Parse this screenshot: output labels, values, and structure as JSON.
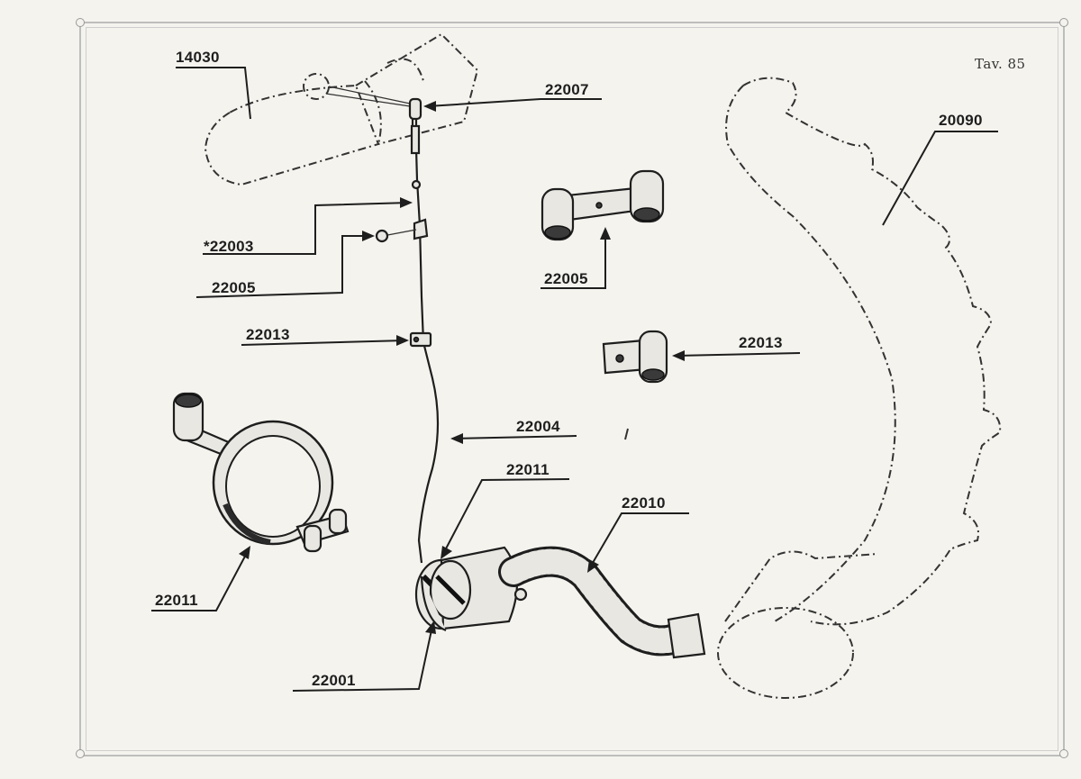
{
  "plate": {
    "title": "Tav. 85"
  },
  "labels": {
    "p14030": "14030",
    "p22007": "22007",
    "p20090": "20090",
    "p22003": "*22003",
    "p22005_left": "22005",
    "p22005_right": "22005",
    "p22013_left": "22013",
    "p22013_right": "22013",
    "p22004": "22004",
    "p22011_top": "22011",
    "p22010": "22010",
    "p22011_left": "22011",
    "p22001": "22001"
  }
}
